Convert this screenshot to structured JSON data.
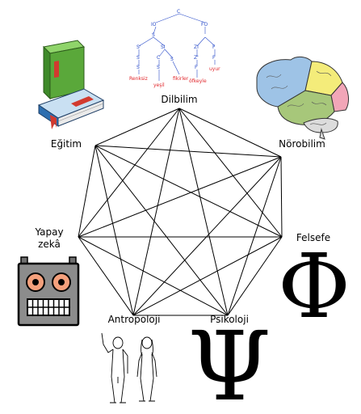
{
  "nodes": {
    "dilbilim": "Dilbilim",
    "norobilim": "Nörobilim",
    "felsefe": "Felsefe",
    "psikoloji": "Psikoloji",
    "antropoloji": "Antropoloji",
    "yapay_1": "Yapay",
    "yapay_2": "zekâ",
    "egitim": "Eğitim"
  },
  "symbols": {
    "psi": "Ψ",
    "phi": "Φ"
  },
  "tree": {
    "root": "C",
    "l1_left": "IO",
    "l1_right": "FO",
    "s1": "S",
    "s2": "S'",
    "s3": "S",
    "s4": "S",
    "s5": "S",
    "m1": "SI",
    "m2": "C",
    "m3": "S",
    "r1": "ZI",
    "r2": "Z'",
    "r3": "F",
    "word1": "Renksiz",
    "word2": "yeşil",
    "word3": "fikirler",
    "word4": "öfkeyle",
    "word5": "uyur"
  },
  "colors": {
    "tree_node": "#2a4cc9",
    "tree_word": "#e0262b",
    "robot_body": "#8c8c8c",
    "robot_eye": "#f4a07c",
    "book_green": "#5aa83a",
    "book_blue": "#2e6fb0",
    "brain_blue": "#9ec3e6",
    "brain_yellow": "#f4ec7a",
    "brain_pink": "#f2a6b8",
    "brain_green": "#a7c77a"
  },
  "icons": [
    "syntax-tree-icon",
    "brain-icon",
    "phi-icon",
    "psi-icon",
    "humans-icon",
    "robot-icon",
    "books-icon"
  ]
}
